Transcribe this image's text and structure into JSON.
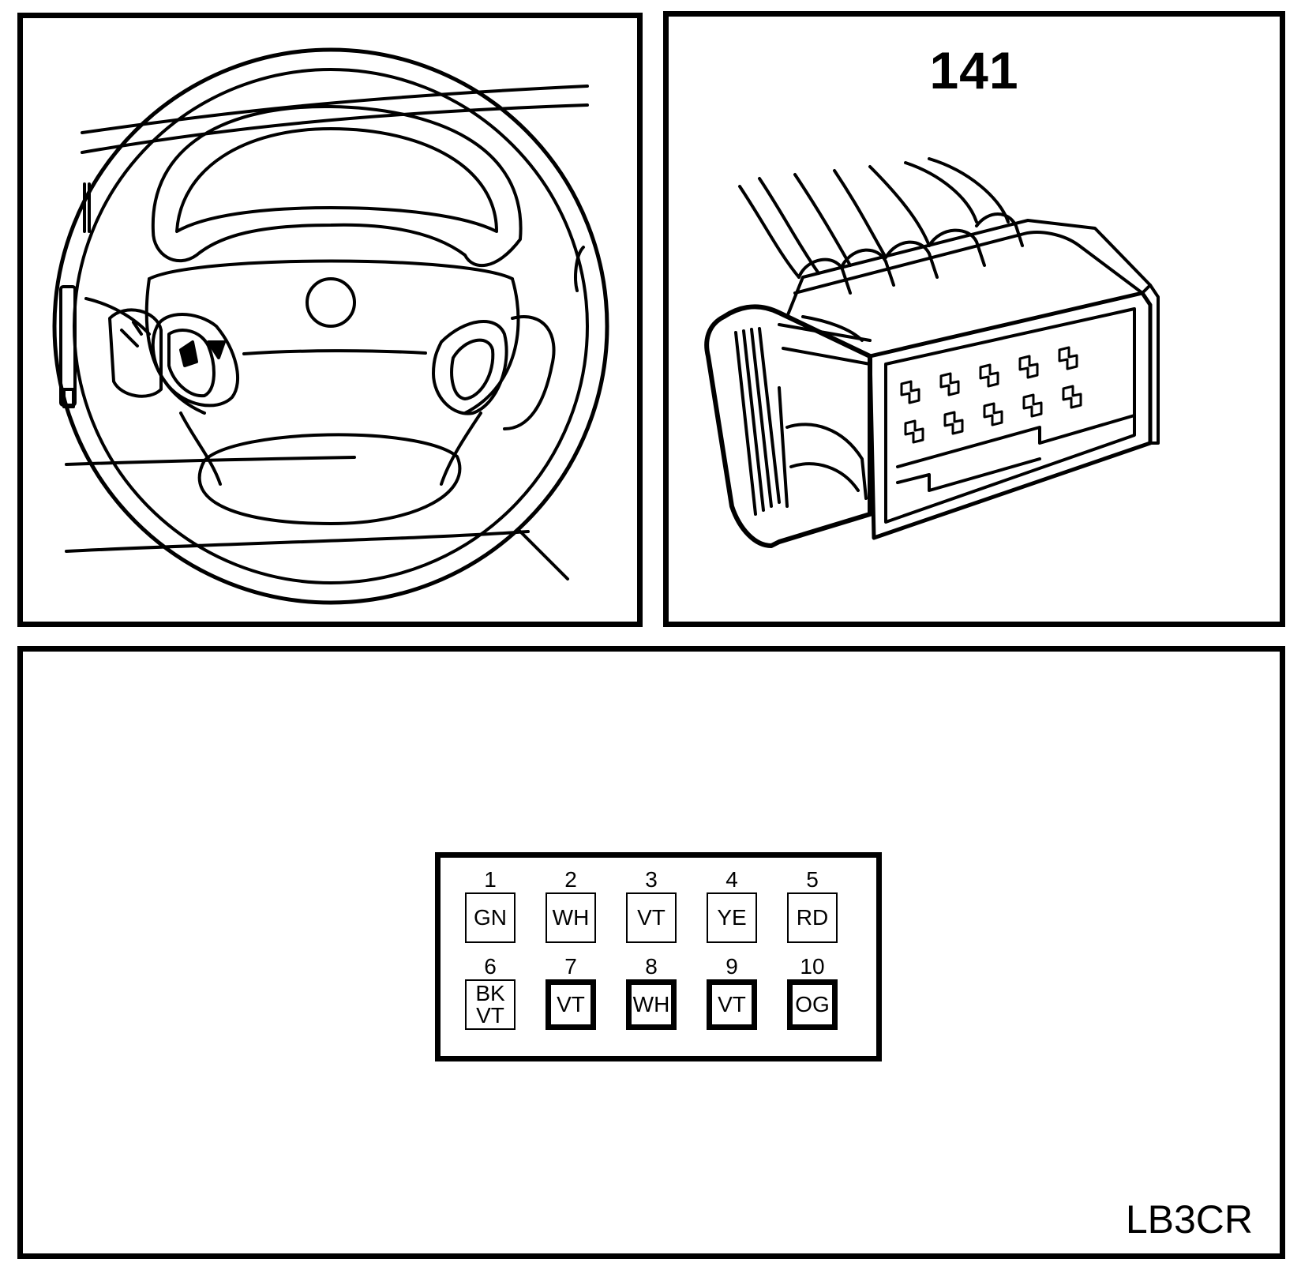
{
  "connector": {
    "number": "141"
  },
  "pinout": {
    "pins": [
      {
        "num": "1",
        "color": "GN",
        "style": "thin"
      },
      {
        "num": "2",
        "color": "WH",
        "style": "thin"
      },
      {
        "num": "3",
        "color": "VT",
        "style": "thin"
      },
      {
        "num": "4",
        "color": "YE",
        "style": "thin"
      },
      {
        "num": "5",
        "color": "RD",
        "style": "thin"
      },
      {
        "num": "6",
        "color": "BK",
        "color2": "VT",
        "style": "thin"
      },
      {
        "num": "7",
        "color": "VT",
        "style": "thick"
      },
      {
        "num": "8",
        "color": "WH",
        "style": "thick"
      },
      {
        "num": "9",
        "color": "VT",
        "style": "thick"
      },
      {
        "num": "10",
        "color": "OG",
        "style": "thick"
      }
    ]
  },
  "footer": {
    "diagram_code": "LB3CR"
  }
}
